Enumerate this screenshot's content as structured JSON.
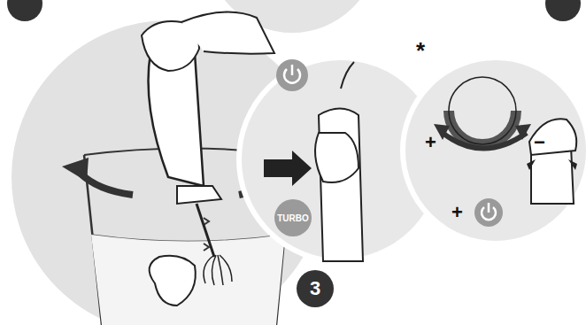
{
  "diagram": {
    "nodes": [
      {
        "text": [
          "TURBO"
        ]
      },
      {
        "text": [
          "3"
        ]
      }
    ],
    "labels": [
      "*",
      "+",
      "−",
      "+"
    ]
  }
}
